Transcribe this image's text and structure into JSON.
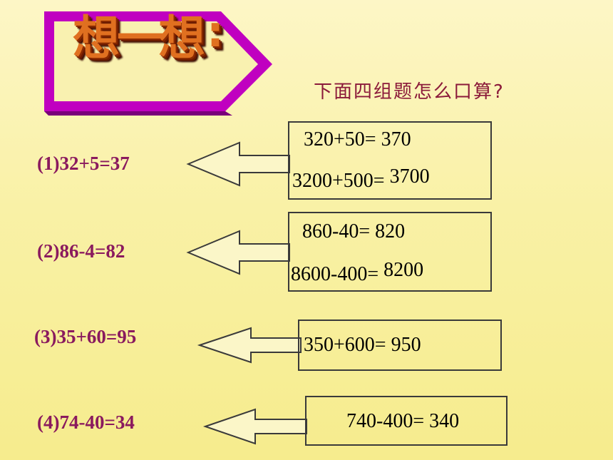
{
  "title": {
    "chars": [
      "想",
      "一",
      "想",
      ":"
    ]
  },
  "subtitle": "下面四组题怎么口算?",
  "groups": [
    {
      "label": "(1)32+5=37",
      "lines": [
        {
          "expr": "320+50=",
          "answer": "370"
        },
        {
          "expr": "3200+500=",
          "answer": "3700"
        }
      ]
    },
    {
      "label": "(2)86-4=82",
      "lines": [
        {
          "expr": "860-40=",
          "answer": "820"
        },
        {
          "expr": "8600-400=",
          "answer": "8200"
        }
      ]
    },
    {
      "label": "(3)35+60=95",
      "lines": [
        {
          "expr": "350+600=",
          "answer": "950"
        }
      ]
    },
    {
      "label": "(4)74-40=34",
      "lines": [
        {
          "expr": "740-400=",
          "answer": "340"
        }
      ]
    }
  ],
  "colors": {
    "accent": "#c000c0",
    "equation": "#8a1a5e",
    "title": "#e07020"
  }
}
